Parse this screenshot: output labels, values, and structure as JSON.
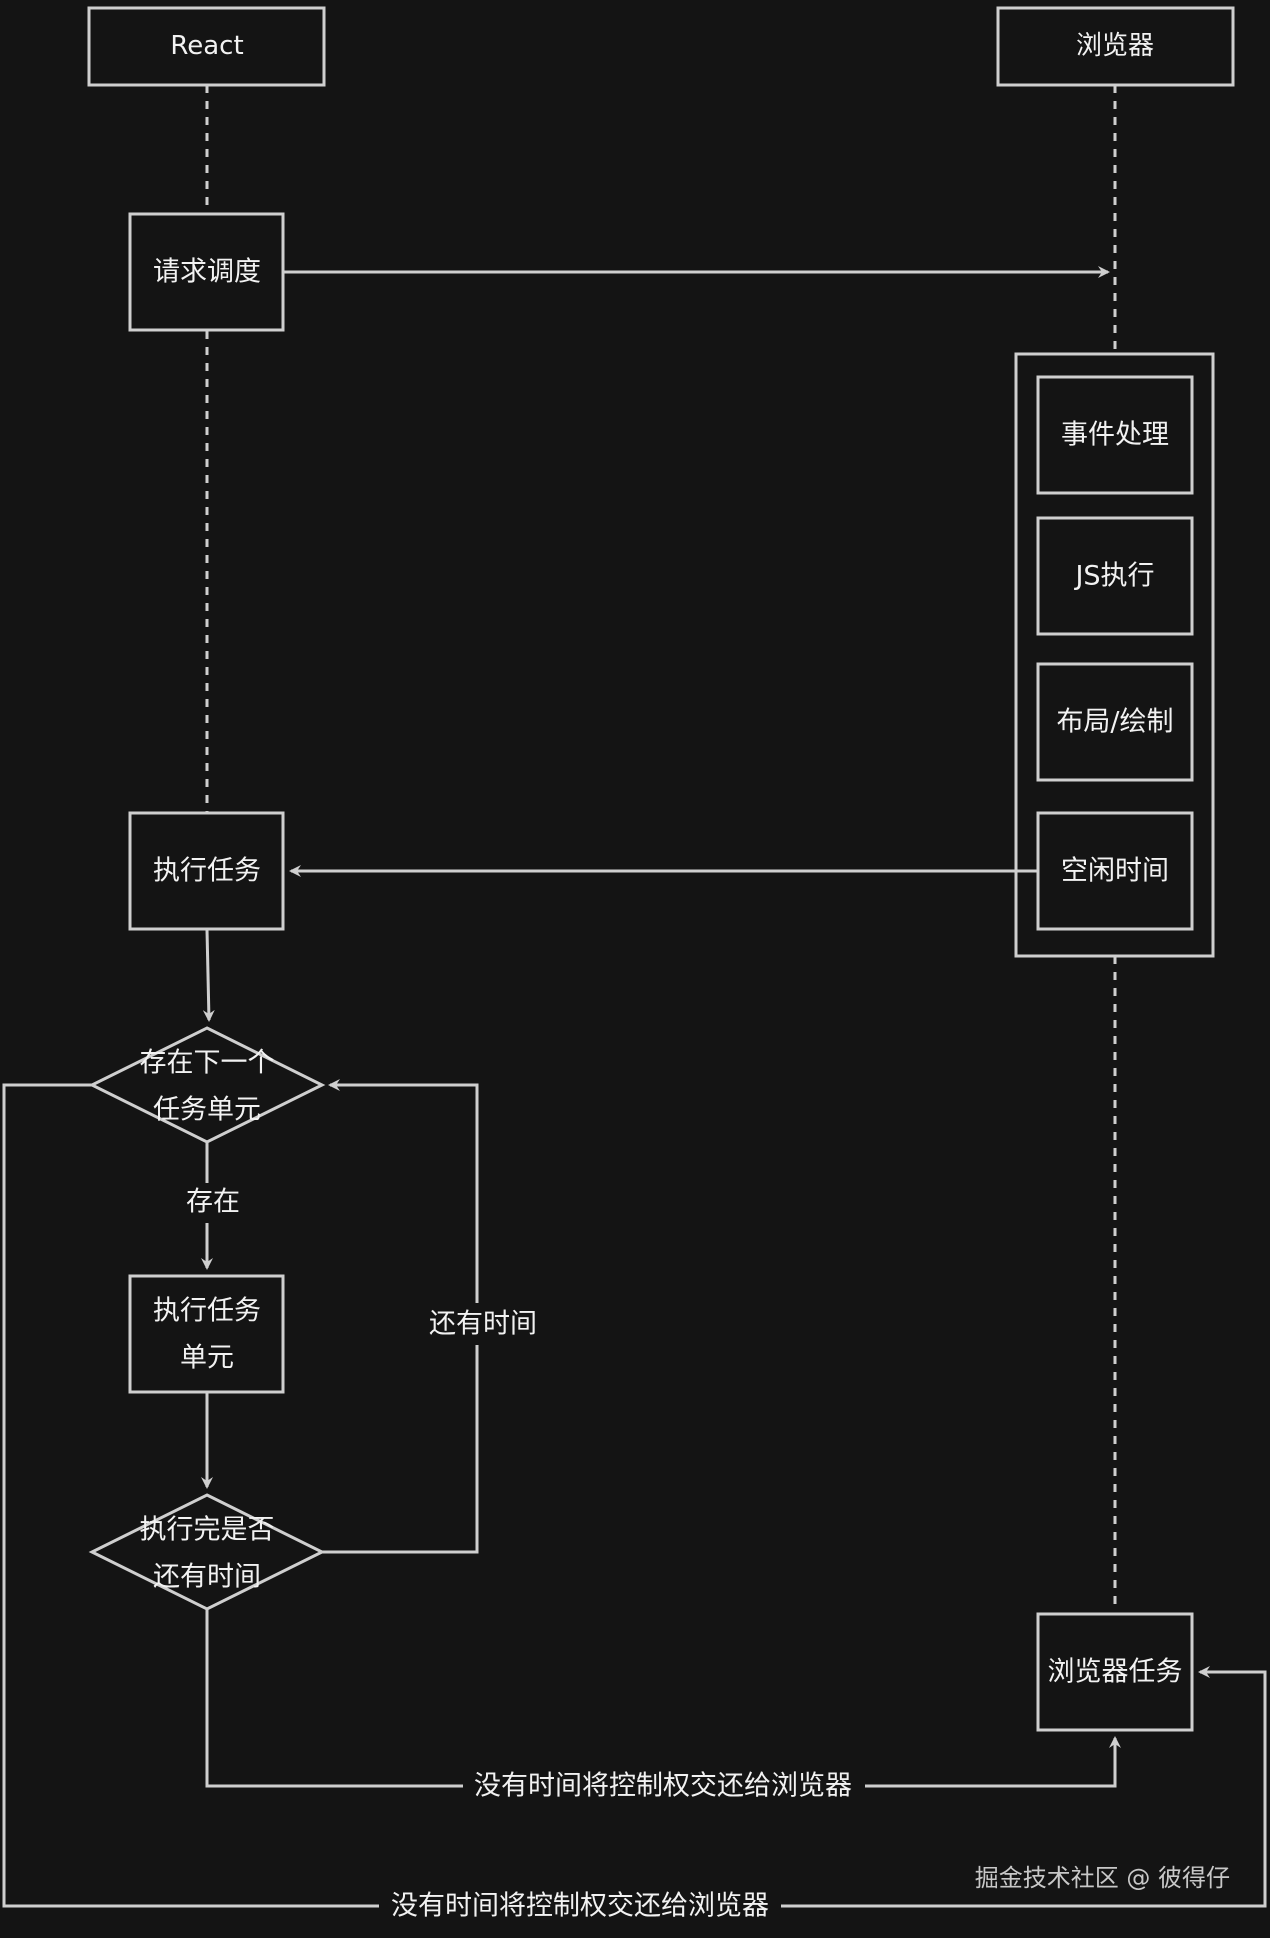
{
  "lanes": {
    "react": "React",
    "browser": "浏览器"
  },
  "react": {
    "request_schedule": "请求调度",
    "execute_task": "执行任务",
    "has_next_unit_line1": "存在下一个",
    "has_next_unit_line2": "任务单元",
    "exists_label": "存在",
    "execute_unit_line1": "执行任务",
    "execute_unit_line2": "单元",
    "done_has_time_line1": "执行完是否",
    "done_has_time_line2": "还有时间",
    "still_time_label": "还有时间"
  },
  "browser": {
    "event_handling": "事件处理",
    "js_execution": "JS执行",
    "layout_paint": "布局/绘制",
    "idle_time": "空闲时间",
    "browser_task": "浏览器任务"
  },
  "edges": {
    "no_time_return_1": "没有时间将控制权交还给浏览器",
    "no_time_return_2": "没有时间将控制权交还给浏览器"
  },
  "watermark": "掘金技术社区 @ 彼得仔"
}
